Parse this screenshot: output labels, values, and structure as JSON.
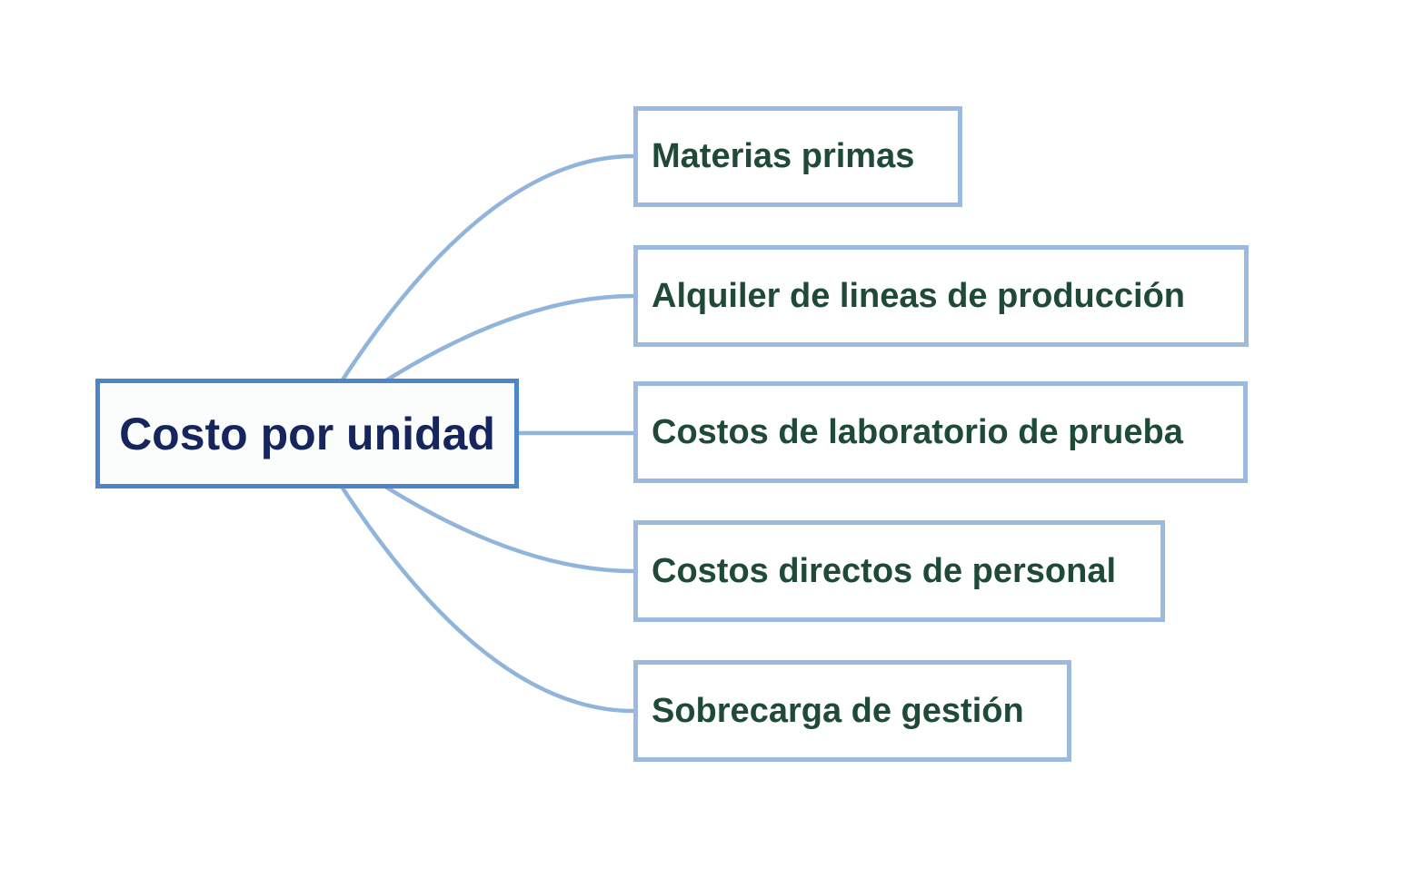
{
  "diagram": {
    "type": "mindmap",
    "root": {
      "label": "Costo por unidad"
    },
    "children": [
      {
        "label": "Materias primas"
      },
      {
        "label": "Alquiler de lineas de producción"
      },
      {
        "label": "Costos de laboratorio de prueba"
      },
      {
        "label": "Costos directos de personal"
      },
      {
        "label": "Sobrecarga de gestión"
      }
    ],
    "colors": {
      "root_border": "#4a86c8",
      "root_background": "#fafdfc",
      "root_text": "#16265c",
      "child_border": "#9cbade",
      "child_background": "#ffffff",
      "child_text": "#1f4a37",
      "connector": "#91b5da",
      "canvas_background": "#ffffff"
    }
  }
}
